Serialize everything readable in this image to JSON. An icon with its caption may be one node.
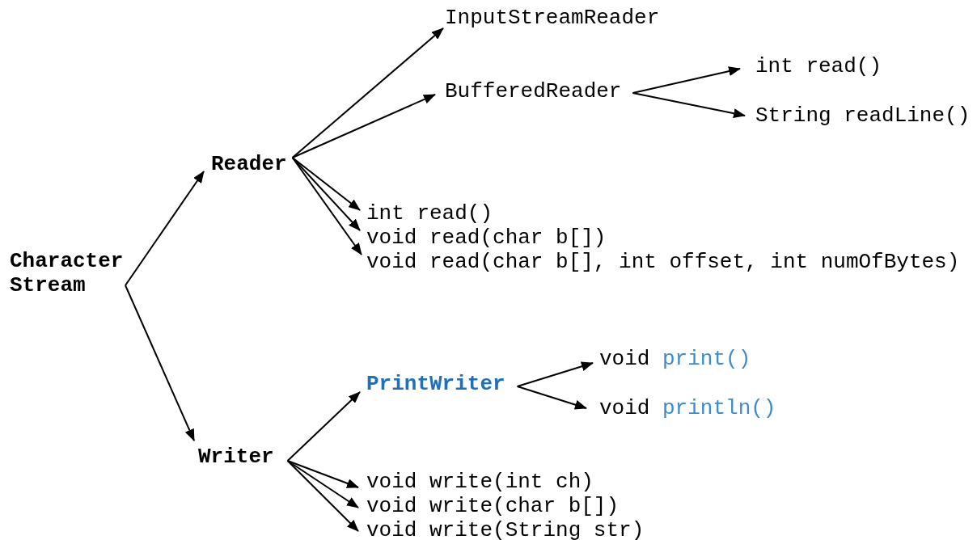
{
  "diagram": {
    "nodes": [
      {
        "text": [
          "Character Stream"
        ]
      },
      {
        "text": [
          "Reader"
        ]
      },
      {
        "text": [
          "Writer"
        ]
      },
      {
        "text": [
          "InputStreamReader"
        ]
      },
      {
        "text": [
          "BufferedReader"
        ]
      },
      {
        "text": [
          "int read()"
        ]
      },
      {
        "text": [
          "String readLine()"
        ]
      },
      {
        "text": [
          "int read()"
        ]
      },
      {
        "text": [
          "void read(char b[])"
        ]
      },
      {
        "text": [
          "void read(char b[], int offset, int numOfBytes)"
        ]
      },
      {
        "text": [
          "PrintWriter"
        ]
      },
      {
        "text": [
          "void print()"
        ]
      },
      {
        "text": [
          "void println()"
        ]
      },
      {
        "text": [
          "void write(int ch)"
        ]
      },
      {
        "text": [
          "void write(char b[])"
        ]
      },
      {
        "text": [
          "void write(String str)"
        ]
      }
    ],
    "edges": [
      {
        "from": 0,
        "to": 1,
        "arrow": "to"
      },
      {
        "from": 0,
        "to": 2,
        "arrow": "to"
      },
      {
        "from": 1,
        "to": 3,
        "arrow": "to"
      },
      {
        "from": 1,
        "to": 4,
        "arrow": "to"
      },
      {
        "from": 1,
        "to": 7,
        "arrow": "to"
      },
      {
        "from": 1,
        "to": 8,
        "arrow": "to"
      },
      {
        "from": 1,
        "to": 9,
        "arrow": "to"
      },
      {
        "from": 4,
        "to": 5,
        "arrow": "to"
      },
      {
        "from": 4,
        "to": 6,
        "arrow": "to"
      },
      {
        "from": 2,
        "to": 10,
        "arrow": "to"
      },
      {
        "from": 2,
        "to": 13,
        "arrow": "to"
      },
      {
        "from": 2,
        "to": 14,
        "arrow": "to"
      },
      {
        "from": 2,
        "to": 15,
        "arrow": "to"
      },
      {
        "from": 10,
        "to": 11,
        "arrow": "to"
      },
      {
        "from": 10,
        "to": 12,
        "arrow": "to"
      }
    ]
  }
}
